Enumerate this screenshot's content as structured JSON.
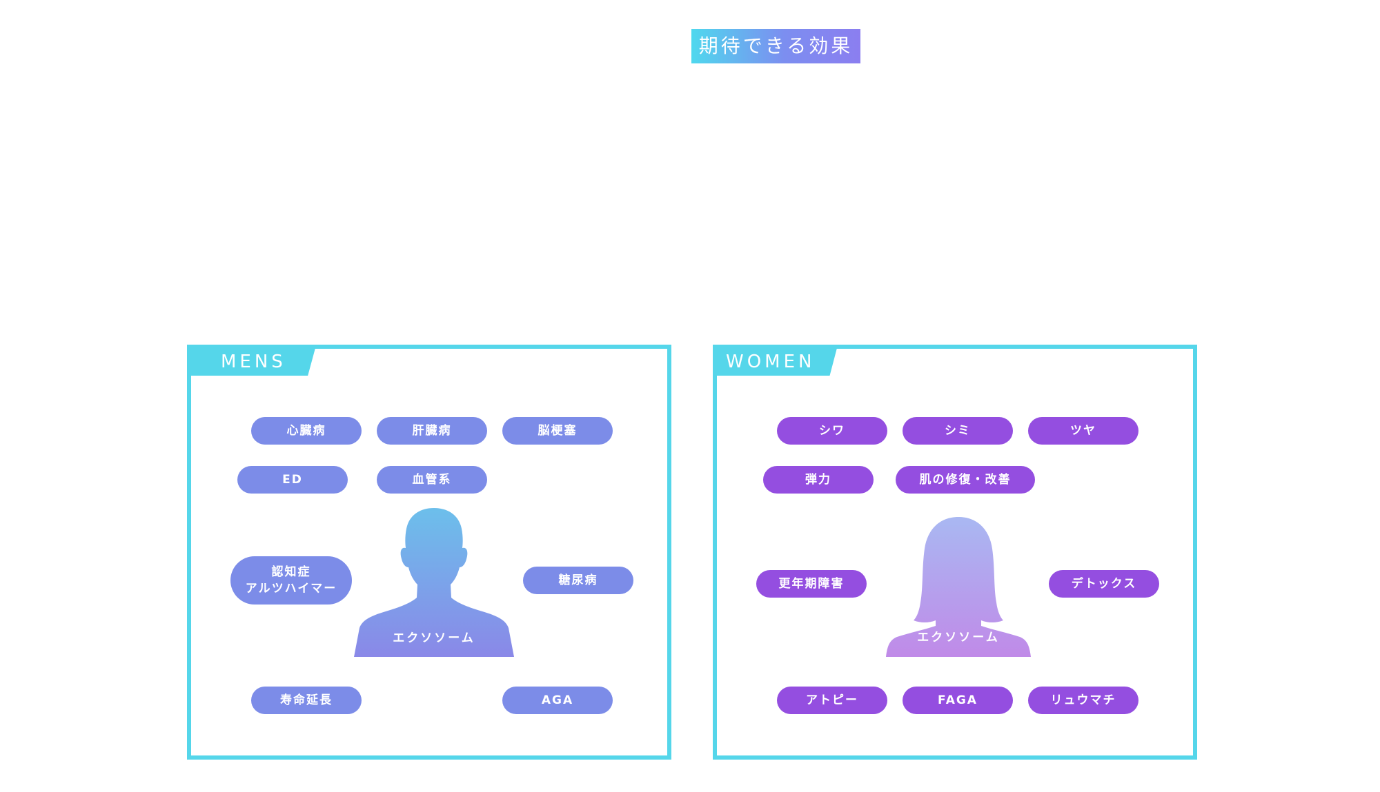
{
  "section": {
    "title": "期待できる効果"
  },
  "mens": {
    "tab_label": "MENS",
    "center_label": "エクソソーム",
    "pills": {
      "heart": "心臓病",
      "liver": "肝臓病",
      "cerebral": "脳梗塞",
      "ed": "ED",
      "vascular": "血管系",
      "dementia_line1": "認知症",
      "dementia_line2": "アルツハイマー",
      "diabetes": "糖尿病",
      "longevity": "寿命延長",
      "aga": "AGA"
    },
    "colors": {
      "pill": "#7c8ce8",
      "silhouette_top": "#6cbfeb",
      "silhouette_bottom": "#8a88e8"
    }
  },
  "women": {
    "tab_label": "WOMEN",
    "center_label": "エクソソーム",
    "pills": {
      "wrinkles": "シワ",
      "spots": "シミ",
      "gloss": "ツヤ",
      "elasticity": "弾力",
      "skin_repair": "肌の修復・改善",
      "menopause": "更年期障害",
      "detox": "デトックス",
      "atopy": "アトピー",
      "faga": "FAGA",
      "rheumatism": "リュウマチ"
    },
    "colors": {
      "pill": "#944ee0",
      "silhouette_top": "#a9b8f2",
      "silhouette_bottom": "#c08ae8"
    }
  },
  "colors": {
    "panel_border": "#55d6ea",
    "heading_gradient_start": "#4fd8ee",
    "heading_gradient_end": "#8b7ef0"
  }
}
